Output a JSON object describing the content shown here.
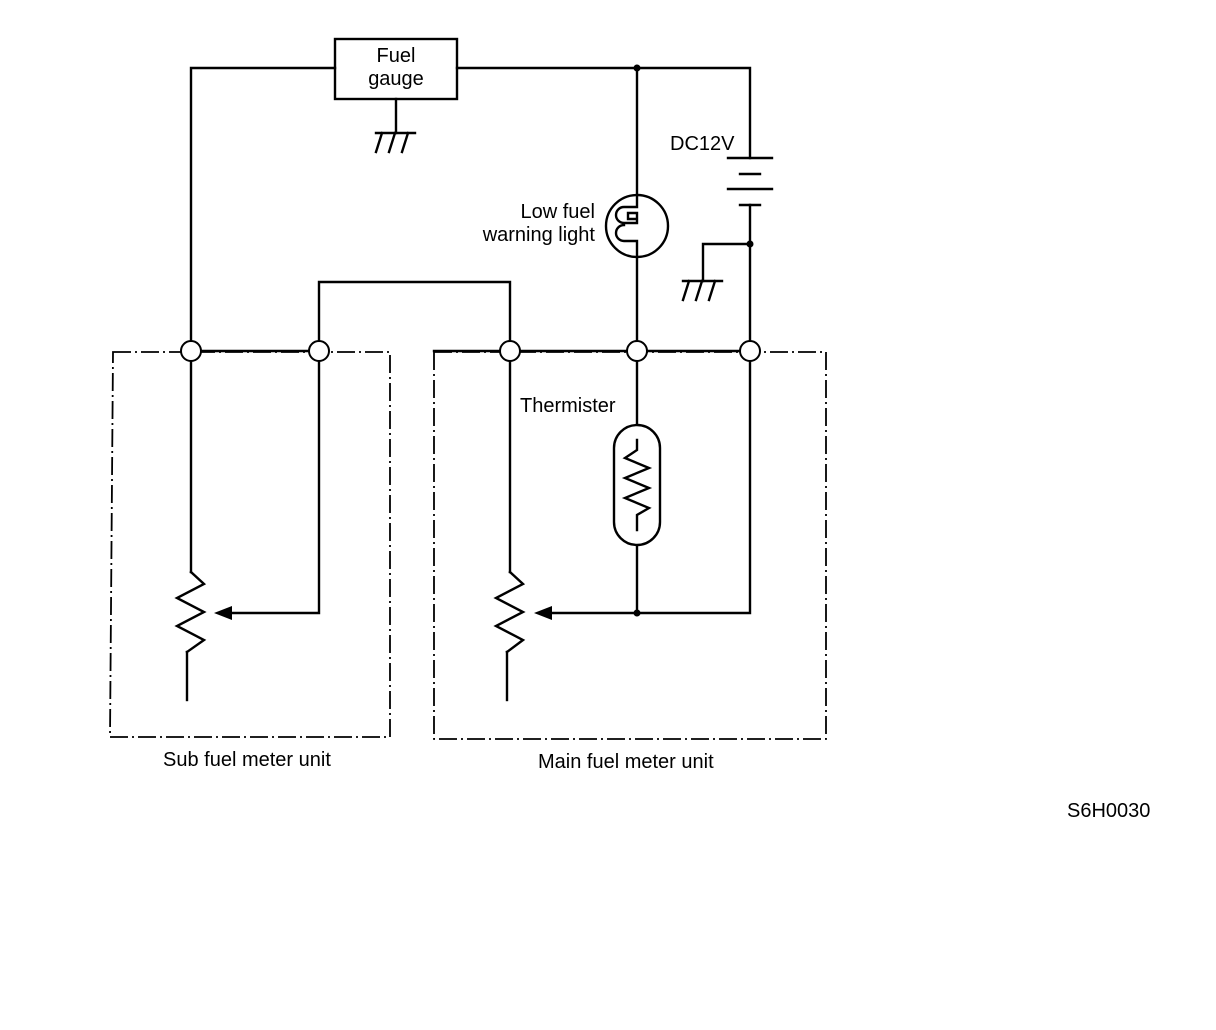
{
  "labels": {
    "fuel_gauge": "Fuel gauge",
    "dc12v": "DC12V",
    "low_fuel_warning_light": [
      "Low fuel",
      "warning light"
    ],
    "thermister": "Thermister",
    "sub_unit": "Sub fuel meter unit",
    "main_unit": "Main fuel meter unit",
    "figure_code": "S6H0030"
  },
  "components": [
    {
      "id": "fuel-gauge",
      "type": "gauge"
    },
    {
      "id": "battery",
      "type": "battery",
      "voltage": "DC12V"
    },
    {
      "id": "low-fuel-warning-light",
      "type": "lamp"
    },
    {
      "id": "thermister",
      "type": "thermistor"
    },
    {
      "id": "sub-fuel-meter-unit",
      "type": "variable-resistor"
    },
    {
      "id": "main-fuel-meter-unit",
      "type": "variable-resistor"
    }
  ],
  "colors": {
    "line": "#000000",
    "background": "#ffffff"
  }
}
